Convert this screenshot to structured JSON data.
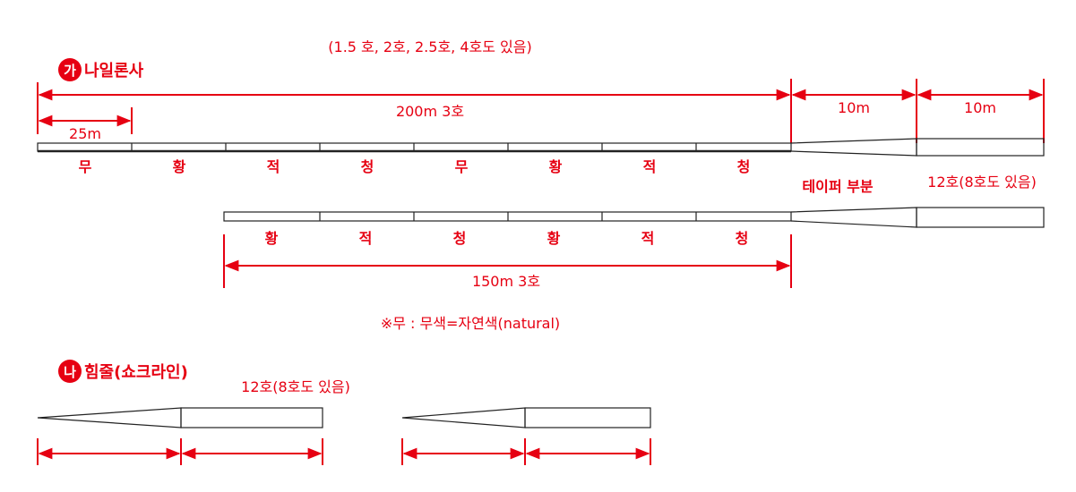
{
  "colors": {
    "accent": "#e60012",
    "line": "#222222",
    "background": "#ffffff"
  },
  "note_top": "(1.5 호, 2호, 2.5호, 4호도 있음)",
  "section_a": {
    "badge": "가",
    "title": "나일론사",
    "dim_total": "200m 3호",
    "dim_segment": "25m",
    "dim_taper1": "10m",
    "dim_taper2": "10m",
    "segment_colors": [
      "무",
      "황",
      "적",
      "청",
      "무",
      "황",
      "적",
      "청"
    ],
    "taper_label": "테이퍼 부분",
    "tip_label": "12호(8호도 있음)"
  },
  "section_a2": {
    "segment_colors": [
      "황",
      "적",
      "청",
      "황",
      "적",
      "청"
    ],
    "dim_total": "150m 3호"
  },
  "legend_note": "※무 : 무색=자연색(natural)",
  "section_b": {
    "badge": "나",
    "title": "힘줄(쇼크라인)",
    "label": "12호(8호도 있음)"
  }
}
